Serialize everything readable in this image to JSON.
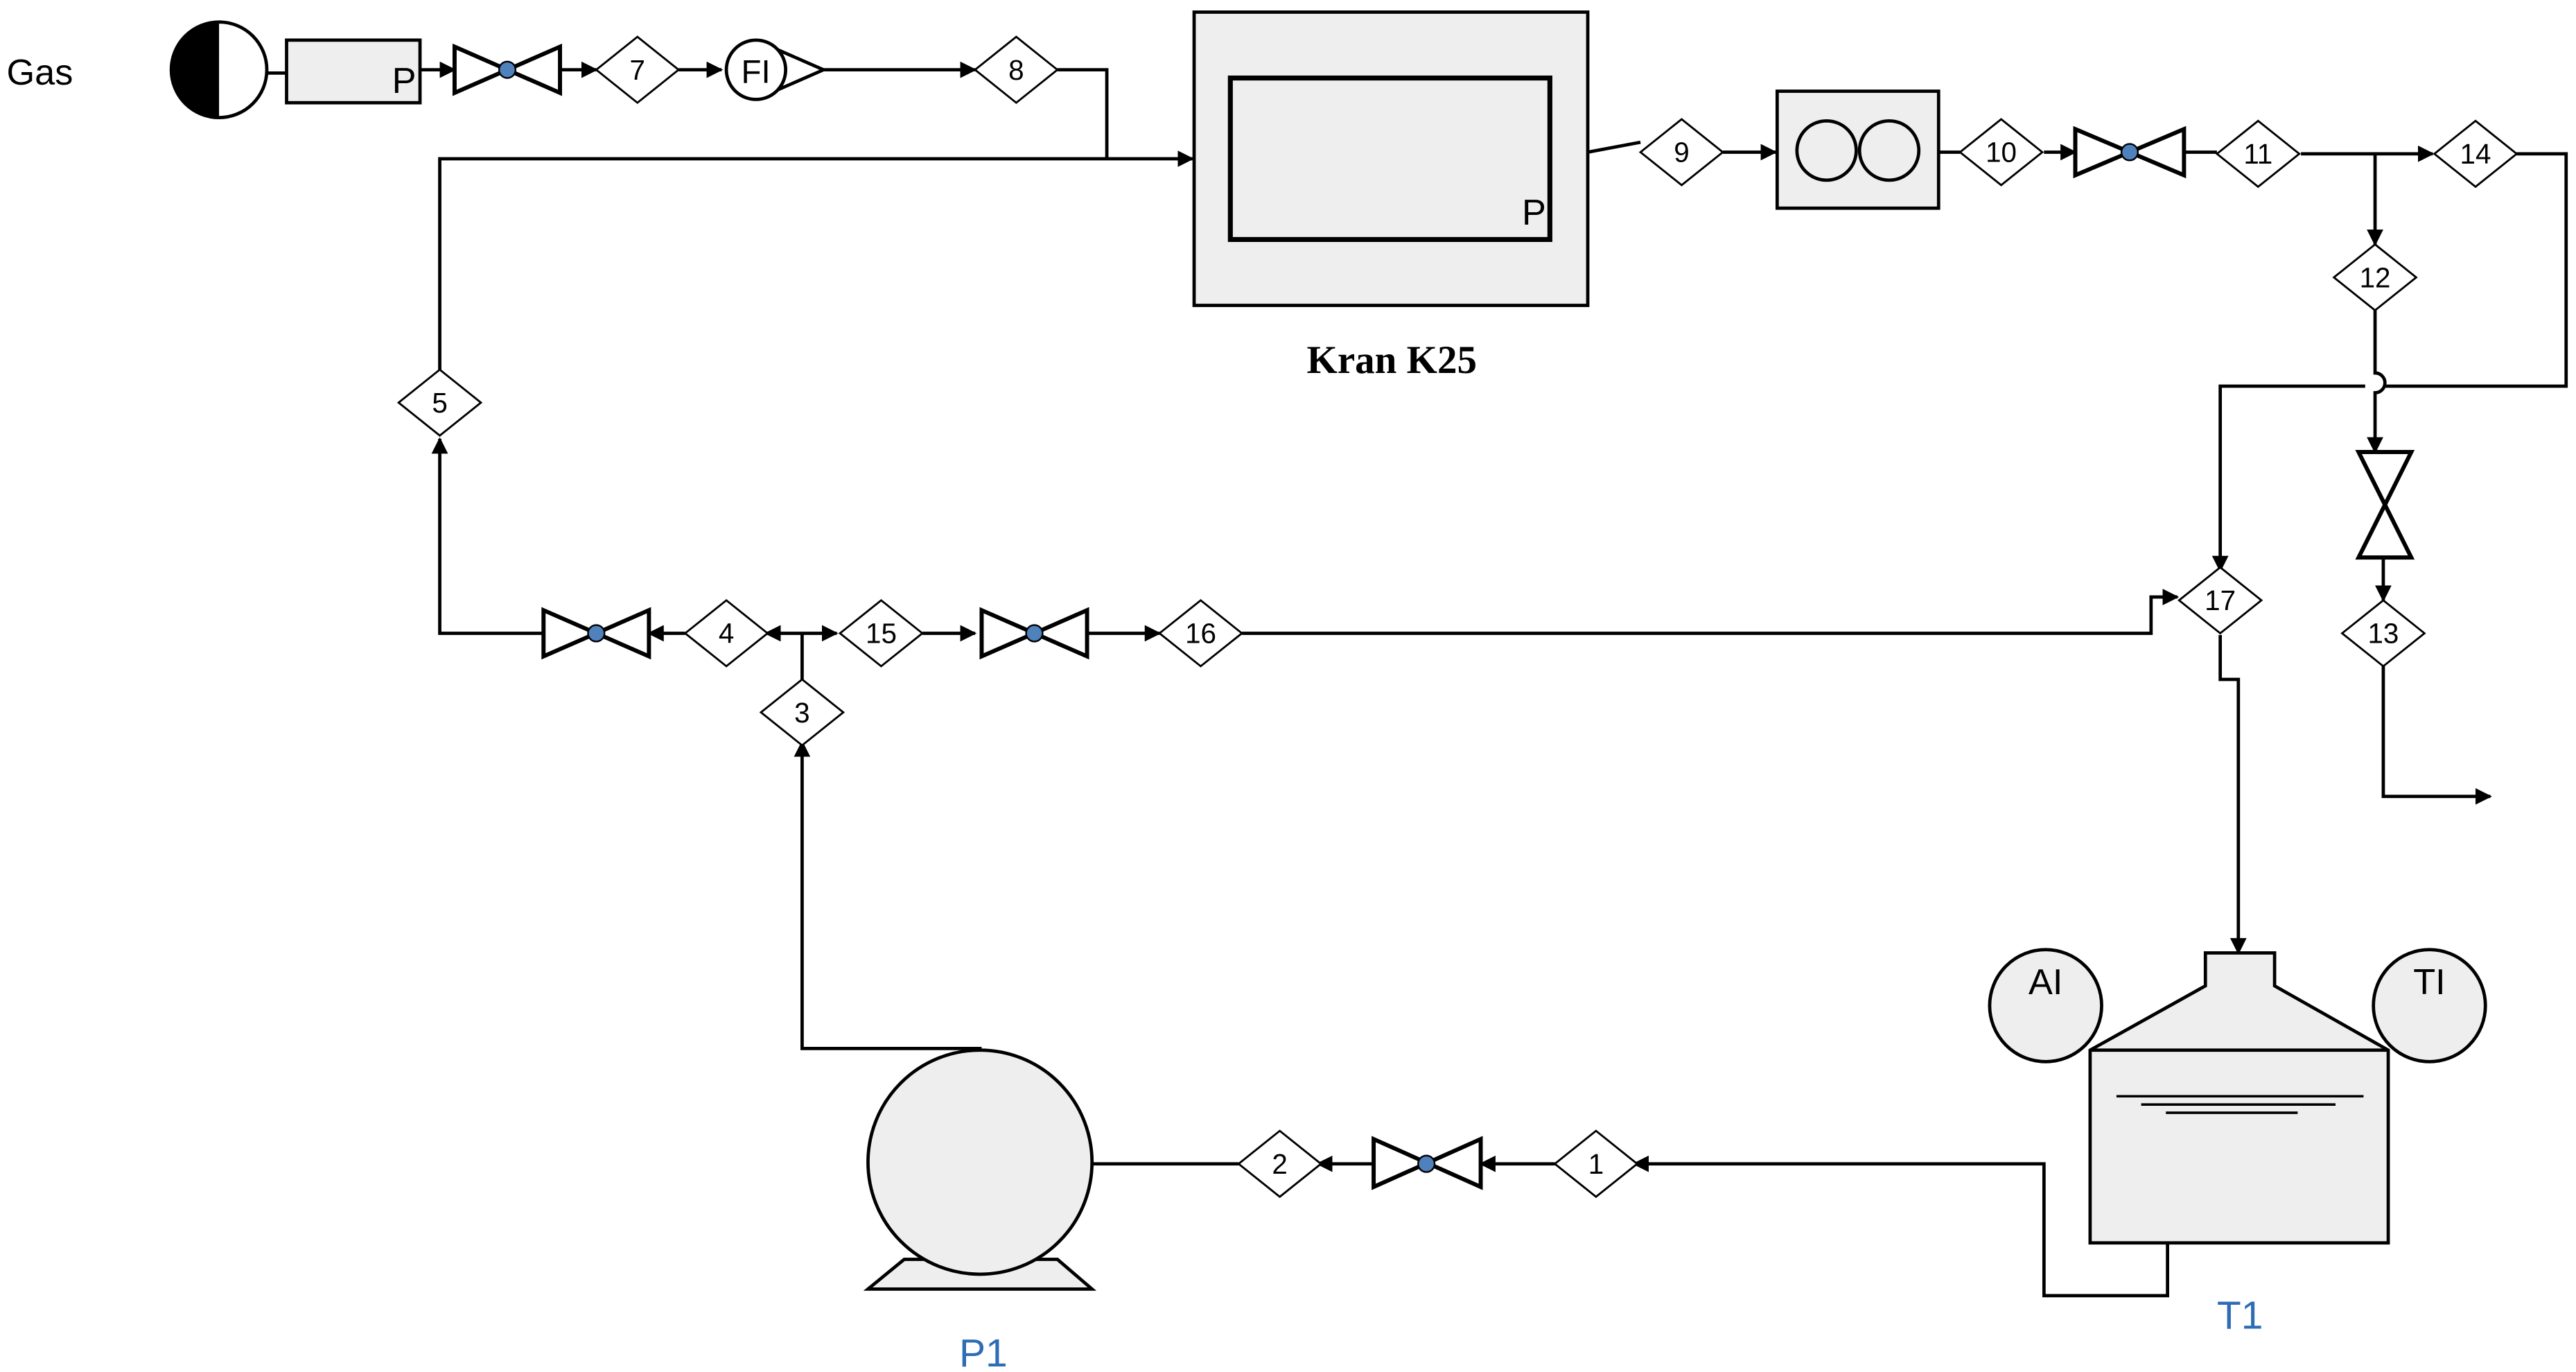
{
  "labels": {
    "gas_source": "Gas",
    "reactor": "Kran K25",
    "reactor_p": "P",
    "regulator_p": "P",
    "flow_indicator": "FI",
    "analyzer": "AI",
    "temperature": "TI",
    "pump": "P1",
    "tank": "T1"
  },
  "streams": [
    "1",
    "2",
    "3",
    "4",
    "5",
    "7",
    "8",
    "9",
    "10",
    "11",
    "12",
    "13",
    "14",
    "15",
    "16",
    "17"
  ],
  "colors": {
    "equipment_label": "#2e6cb5",
    "valve_center": "#4f81bd",
    "equipment_fill": "#eeeeee",
    "line": "#000000"
  }
}
